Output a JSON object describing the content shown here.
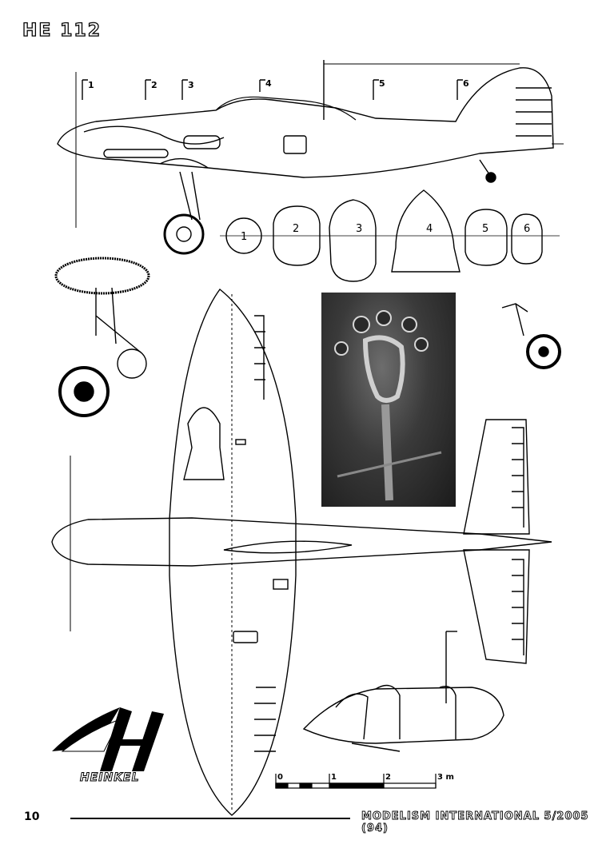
{
  "header": {
    "title": "HE 112"
  },
  "section_marks": [
    "1",
    "2",
    "3",
    "4",
    "5",
    "6"
  ],
  "cross_sections": [
    "1",
    "2",
    "3",
    "4",
    "5",
    "6"
  ],
  "scale": {
    "ticks": [
      "0",
      "1",
      "2",
      "3 m"
    ]
  },
  "logo": {
    "wordmark": "HEINKEL"
  },
  "footer": {
    "page_number": "10",
    "magazine": "MODELISM INTERNATIONAL 5/2005 (94)"
  }
}
